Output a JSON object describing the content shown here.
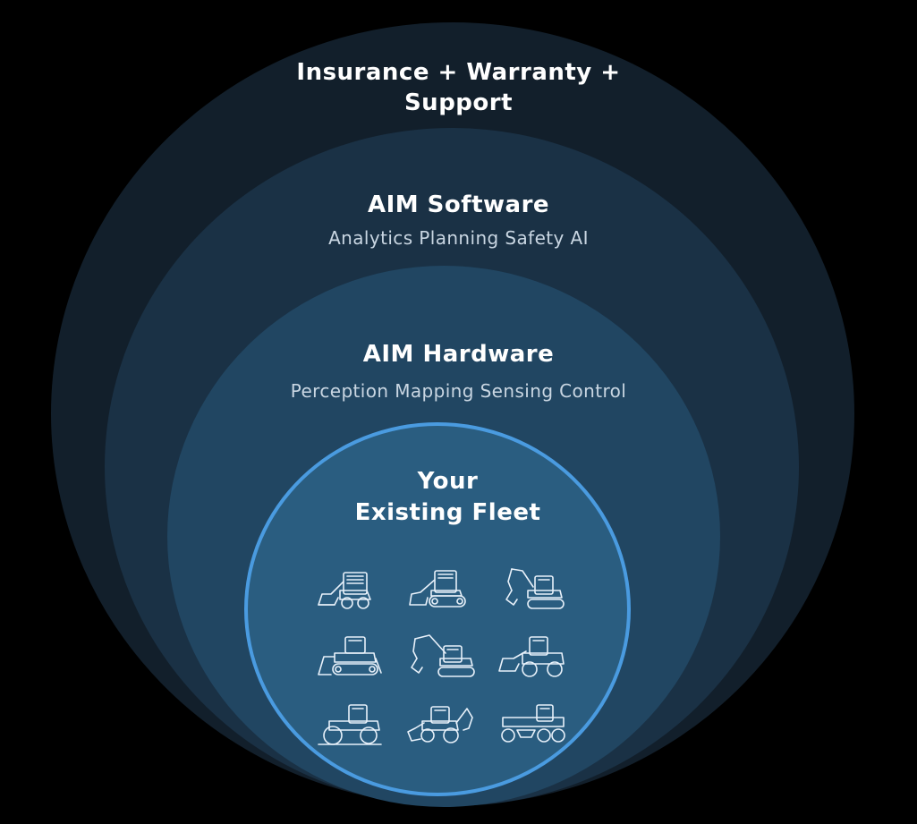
{
  "layers": [
    {
      "id": "outer",
      "title_lines": [
        "Insurance + Warranty +",
        "Support"
      ],
      "color": "#121f2b"
    },
    {
      "id": "software",
      "title": "AIM Software",
      "subtitle": "Analytics Planning Safety AI",
      "color": "#1a3145"
    },
    {
      "id": "hardware",
      "title": "AIM Hardware",
      "subtitle": "Perception Mapping Sensing Control",
      "color": "#214662"
    },
    {
      "id": "fleet",
      "title_lines": [
        "Your",
        "Existing Fleet"
      ],
      "color": "#2a5d80",
      "border_color": "#4a9be0"
    }
  ],
  "machines": [
    "skid-steer-loader-icon",
    "compact-track-loader-icon",
    "compact-excavator-icon",
    "crawler-dozer-icon",
    "excavator-icon",
    "wheel-loader-icon",
    "soil-compactor-icon",
    "backhoe-loader-icon",
    "motor-grader-icon"
  ],
  "background_color": "#000000"
}
